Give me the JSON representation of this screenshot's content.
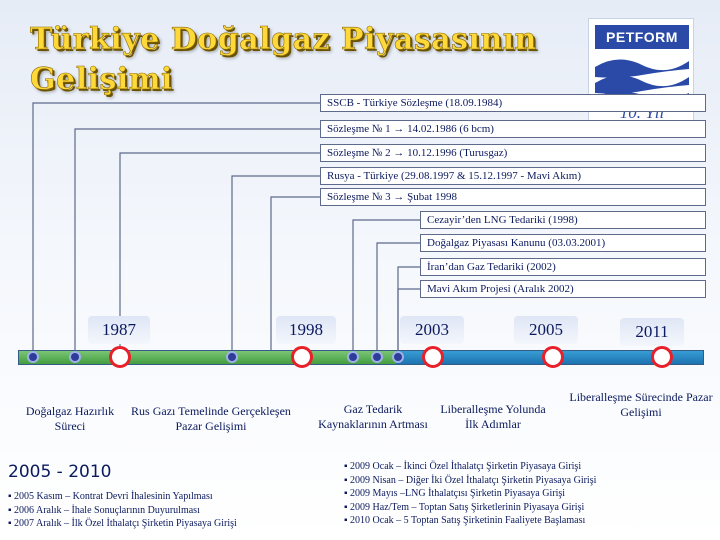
{
  "title": [
    "Türkiye Doğalgaz Piyasasının",
    "Gelişimi"
  ],
  "logo": {
    "name": "PETFORM",
    "anniversary": "10. Yıl"
  },
  "events": [
    "SSCB - Türkiye Sözleşme (18.09.1984)",
    "Sözleşme № 1 → 14.02.1986 (6 bcm)",
    "Sözleşme № 2 → 10.12.1996 (Turusgaz)",
    "Rusya - Türkiye (29.08.1997 & 15.12.1997 - Mavi Akım)",
    "Sözleşme № 3 → Şubat 1998",
    "Cezayir’den LNG Tedariki (1998)",
    "Doğalgaz Piyasası Kanunu (03.03.2001)",
    "İran’dan Gaz Tedariki (2002)",
    "Mavi Akım Projesi (Aralık 2002)"
  ],
  "years": [
    "1987",
    "1998",
    "2003",
    "2005",
    "2011"
  ],
  "phases": [
    "Doğalgaz Hazırlık Süreci",
    "Rus Gazı Temelinde Gerçekleşen Pazar Gelişimi",
    "Gaz Tedarik Kaynaklarının Artması",
    "Liberalleşme Yolunda İlk Adımlar",
    "Liberalleşme Sürecinde Pazar Gelişimi"
  ],
  "period_title": "2005 - 2010",
  "left_bullets": [
    "▪ 2005 Kasım – Kontrat Devri İhalesinin Yapılması",
    "▪ 2006 Aralık – İhale Sonuçlarının Duyurulması",
    "▪ 2007 Aralık – İlk Özel İthalatçı Şirketin Piyasaya Girişi"
  ],
  "right_bullets": [
    "▪ 2009 Ocak – İkinci Özel İthalatçı Şirketin Piyasaya Girişi",
    "▪ 2009 Nisan – Diğer İki Özel İthalatçı Şirketin Piyasaya Girişi",
    "▪ 2009 Mayıs –LNG İthalatçısı Şirketin Piyasaya Girişi",
    "▪ 2009 Haz/Tem – Toptan Satış Şirketlerinin Piyasaya Girişi",
    "▪ 2010 Ocak – 5 Toptan Satış Şirketinin Faaliyete Başlaması"
  ],
  "colors": {
    "title": "#ffd93a",
    "marker": "#e8202a",
    "bar_early": "#4aa845",
    "bar_late": "#1a78b8",
    "text": "#0b1a5e"
  }
}
